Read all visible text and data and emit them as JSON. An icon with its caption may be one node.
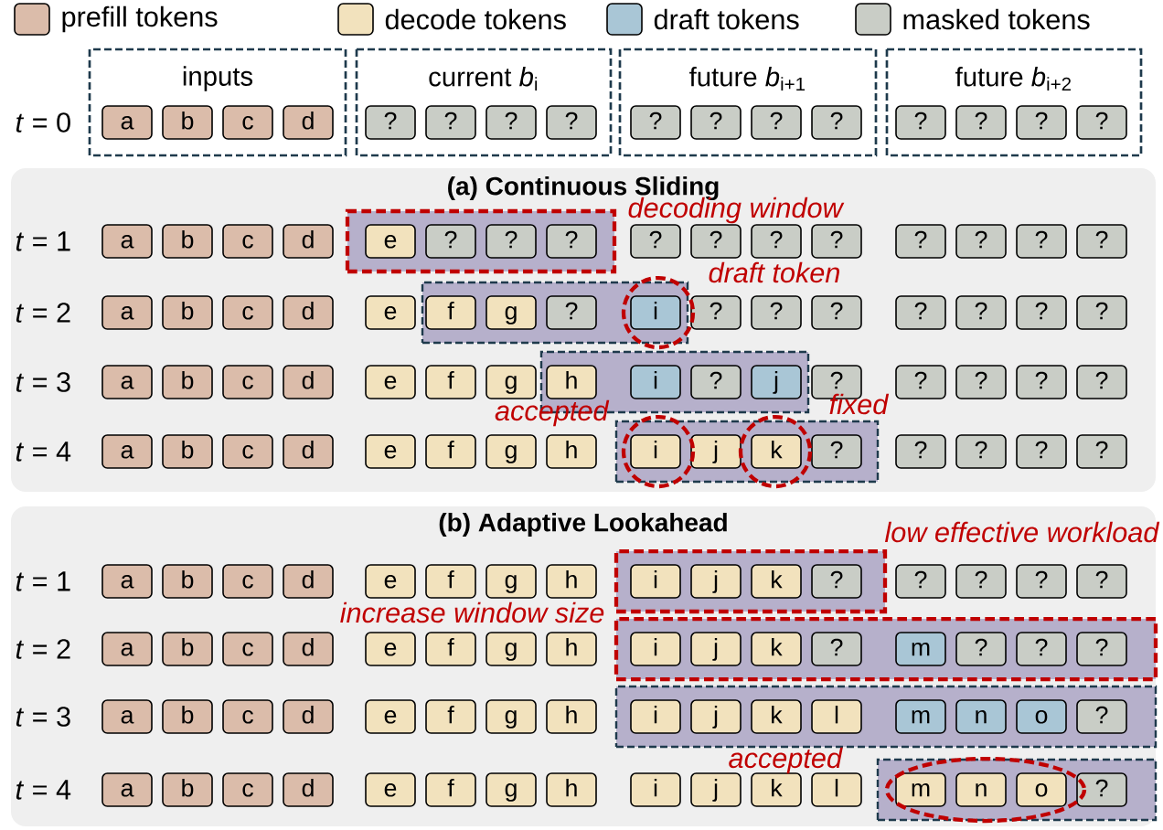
{
  "diagram": {
    "nodes": [
      {
        "text": [
          "inputs"
        ]
      },
      {
        "text": [
          "current *b*$_{i}$"
        ]
      },
      {
        "text": [
          "future *b*$_{i+1}$"
        ]
      },
      {
        "text": [
          "future *b*$_{i+2}$"
        ]
      },
      {
        "text": [
          "a"
        ],
        "in": 0
      },
      {
        "text": [
          "b"
        ],
        "in": 0
      },
      {
        "text": [
          "c"
        ],
        "in": 0
      },
      {
        "text": [
          "d"
        ],
        "in": 0
      },
      {
        "text": [
          "?"
        ],
        "in": 1
      },
      {
        "text": [
          "?"
        ],
        "in": 1
      },
      {
        "text": [
          "?"
        ],
        "in": 1
      },
      {
        "text": [
          "?"
        ],
        "in": 1
      },
      {
        "text": [
          "?"
        ],
        "in": 2
      },
      {
        "text": [
          "?"
        ],
        "in": 2
      },
      {
        "text": [
          "?"
        ],
        "in": 2
      },
      {
        "text": [
          "?"
        ],
        "in": 2
      },
      {
        "text": [
          "?"
        ],
        "in": 3
      },
      {
        "text": [
          "?"
        ],
        "in": 3
      },
      {
        "text": [
          "?"
        ],
        "in": 3
      },
      {
        "text": [
          "?"
        ],
        "in": 3
      },
      {
        "text": [
          "(a) Continuous Sliding"
        ]
      },
      {
        "text": [
          "a"
        ],
        "in": 20
      },
      {
        "text": [
          "b"
        ],
        "in": 20
      },
      {
        "text": [
          "c"
        ],
        "in": 20
      },
      {
        "text": [
          "d"
        ],
        "in": 20
      },
      {
        "text": [],
        "shape": "box",
        "in": 20
      },
      {
        "text": [
          "e"
        ],
        "in": 25
      },
      {
        "text": [
          "?"
        ],
        "in": 25
      },
      {
        "text": [
          "?"
        ],
        "in": 25
      },
      {
        "text": [
          "?"
        ],
        "in": 25
      },
      {
        "text": [
          "?"
        ],
        "in": 20
      },
      {
        "text": [
          "?"
        ],
        "in": 20
      },
      {
        "text": [
          "?"
        ],
        "in": 20
      },
      {
        "text": [
          "?"
        ],
        "in": 20
      },
      {
        "text": [
          "?"
        ],
        "in": 20
      },
      {
        "text": [
          "?"
        ],
        "in": 20
      },
      {
        "text": [
          "?"
        ],
        "in": 20
      },
      {
        "text": [
          "?"
        ],
        "in": 20
      },
      {
        "text": [
          "a"
        ],
        "in": 20
      },
      {
        "text": [
          "b"
        ],
        "in": 20
      },
      {
        "text": [
          "c"
        ],
        "in": 20
      },
      {
        "text": [
          "d"
        ],
        "in": 20
      },
      {
        "text": [
          "e"
        ],
        "in": 20
      },
      {
        "text": [],
        "shape": "box",
        "in": 20
      },
      {
        "text": [
          "f"
        ],
        "in": 43
      },
      {
        "text": [
          "g"
        ],
        "in": 43
      },
      {
        "text": [
          "?"
        ],
        "in": 43
      },
      {
        "text": [
          "i"
        ],
        "in": 43
      },
      {
        "text": [
          "?"
        ],
        "in": 20
      },
      {
        "text": [
          "?"
        ],
        "in": 20
      },
      {
        "text": [
          "?"
        ],
        "in": 20
      },
      {
        "text": [
          "?"
        ],
        "in": 20
      },
      {
        "text": [
          "?"
        ],
        "in": 20
      },
      {
        "text": [
          "?"
        ],
        "in": 20
      },
      {
        "text": [
          "?"
        ],
        "in": 20
      },
      {
        "text": [
          "a"
        ],
        "in": 20
      },
      {
        "text": [
          "b"
        ],
        "in": 20
      },
      {
        "text": [
          "c"
        ],
        "in": 20
      },
      {
        "text": [
          "d"
        ],
        "in": 20
      },
      {
        "text": [
          "e"
        ],
        "in": 20
      },
      {
        "text": [
          "f"
        ],
        "in": 20
      },
      {
        "text": [
          "g"
        ],
        "in": 20
      },
      {
        "text": [],
        "shape": "box",
        "in": 20
      },
      {
        "text": [
          "h"
        ],
        "in": 62
      },
      {
        "text": [
          "i"
        ],
        "in": 62
      },
      {
        "text": [
          "?"
        ],
        "in": 62
      },
      {
        "text": [
          "j"
        ],
        "in": 62
      },
      {
        "text": [
          "?"
        ],
        "in": 20
      },
      {
        "text": [
          "?"
        ],
        "in": 20
      },
      {
        "text": [
          "?"
        ],
        "in": 20
      },
      {
        "text": [
          "?"
        ],
        "in": 20
      },
      {
        "text": [
          "?"
        ],
        "in": 20
      },
      {
        "text": [
          "a"
        ],
        "in": 20
      },
      {
        "text": [
          "b"
        ],
        "in": 20
      },
      {
        "text": [
          "c"
        ],
        "in": 20
      },
      {
        "text": [
          "d"
        ],
        "in": 20
      },
      {
        "text": [
          "e"
        ],
        "in": 20
      },
      {
        "text": [
          "f"
        ],
        "in": 20
      },
      {
        "text": [
          "g"
        ],
        "in": 20
      },
      {
        "text": [
          "h"
        ],
        "in": 20
      },
      {
        "text": [],
        "shape": "box",
        "in": 20
      },
      {
        "text": [
          "i"
        ],
        "in": 80
      },
      {
        "text": [
          "j"
        ],
        "in": 80
      },
      {
        "text": [
          "k"
        ],
        "in": 80
      },
      {
        "text": [
          "?"
        ],
        "in": 80
      },
      {
        "text": [
          "?"
        ],
        "in": 20
      },
      {
        "text": [
          "?"
        ],
        "in": 20
      },
      {
        "text": [
          "?"
        ],
        "in": 20
      },
      {
        "text": [
          "?"
        ],
        "in": 20
      },
      {
        "text": [
          "(b) Adaptive Lookahead"
        ]
      },
      {
        "text": [
          "a"
        ],
        "in": 89
      },
      {
        "text": [
          "b"
        ],
        "in": 89
      },
      {
        "text": [
          "c"
        ],
        "in": 89
      },
      {
        "text": [
          "d"
        ],
        "in": 89
      },
      {
        "text": [
          "e"
        ],
        "in": 89
      },
      {
        "text": [
          "f"
        ],
        "in": 89
      },
      {
        "text": [
          "g"
        ],
        "in": 89
      },
      {
        "text": [
          "h"
        ],
        "in": 89
      },
      {
        "text": [],
        "shape": "box",
        "in": 89
      },
      {
        "text": [
          "i"
        ],
        "in": 98
      },
      {
        "text": [
          "j"
        ],
        "in": 98
      },
      {
        "text": [
          "k"
        ],
        "in": 98
      },
      {
        "text": [
          "?"
        ],
        "in": 98
      },
      {
        "text": [
          "?"
        ],
        "in": 89
      },
      {
        "text": [
          "?"
        ],
        "in": 89
      },
      {
        "text": [
          "?"
        ],
        "in": 89
      },
      {
        "text": [
          "?"
        ],
        "in": 89
      },
      {
        "text": [
          "a"
        ],
        "in": 89
      },
      {
        "text": [
          "b"
        ],
        "in": 89
      },
      {
        "text": [
          "c"
        ],
        "in": 89
      },
      {
        "text": [
          "d"
        ],
        "in": 89
      },
      {
        "text": [
          "e"
        ],
        "in": 89
      },
      {
        "text": [
          "f"
        ],
        "in": 89
      },
      {
        "text": [
          "g"
        ],
        "in": 89
      },
      {
        "text": [
          "h"
        ],
        "in": 89
      },
      {
        "text": [],
        "shape": "box",
        "in": 89
      },
      {
        "text": [
          "i"
        ],
        "in": 115
      },
      {
        "text": [
          "j"
        ],
        "in": 115
      },
      {
        "text": [
          "k"
        ],
        "in": 115
      },
      {
        "text": [
          "?"
        ],
        "in": 115
      },
      {
        "text": [
          "m"
        ],
        "in": 115
      },
      {
        "text": [
          "?"
        ],
        "in": 115
      },
      {
        "text": [
          "?"
        ],
        "in": 115
      },
      {
        "text": [
          "?"
        ],
        "in": 115
      },
      {
        "text": [
          "a"
        ],
        "in": 89
      },
      {
        "text": [
          "b"
        ],
        "in": 89
      },
      {
        "text": [
          "c"
        ],
        "in": 89
      },
      {
        "text": [
          "d"
        ],
        "in": 89
      },
      {
        "text": [
          "e"
        ],
        "in": 89
      },
      {
        "text": [
          "f"
        ],
        "in": 89
      },
      {
        "text": [
          "g"
        ],
        "in": 89
      },
      {
        "text": [
          "h"
        ],
        "in": 89
      },
      {
        "text": [],
        "shape": "box",
        "in": 89
      },
      {
        "text": [
          "i"
        ],
        "in": 132
      },
      {
        "text": [
          "j"
        ],
        "in": 132
      },
      {
        "text": [
          "k"
        ],
        "in": 132
      },
      {
        "text": [
          "l"
        ],
        "in": 132
      },
      {
        "text": [
          "m"
        ],
        "in": 132
      },
      {
        "text": [
          "n"
        ],
        "in": 132
      },
      {
        "text": [
          "o"
        ],
        "in": 132
      },
      {
        "text": [
          "?"
        ],
        "in": 132
      },
      {
        "text": [
          "a"
        ],
        "in": 89
      },
      {
        "text": [
          "b"
        ],
        "in": 89
      },
      {
        "text": [
          "c"
        ],
        "in": 89
      },
      {
        "text": [
          "d"
        ],
        "in": 89
      },
      {
        "text": [
          "e"
        ],
        "in": 89
      },
      {
        "text": [
          "f"
        ],
        "in": 89
      },
      {
        "text": [
          "g"
        ],
        "in": 89
      },
      {
        "text": [
          "h"
        ],
        "in": 89
      },
      {
        "text": [
          "i"
        ],
        "in": 89
      },
      {
        "text": [
          "j"
        ],
        "in": 89
      },
      {
        "text": [
          "k"
        ],
        "in": 89
      },
      {
        "text": [
          "l"
        ],
        "in": 89
      },
      {
        "text": [],
        "shape": "box",
        "in": 89
      },
      {
        "text": [
          "m"
        ],
        "in": 153
      },
      {
        "text": [
          "n"
        ],
        "in": 153
      },
      {
        "text": [
          "o"
        ],
        "in": 153
      },
      {
        "text": [
          "?"
        ],
        "in": 153
      }
    ],
    "labels": [
      "*t* = 0",
      "decoding window",
      "*t* = 1",
      "draft token",
      "*t* = 2",
      "*t* = 3",
      "accepted",
      "fixed",
      "*t* = 4",
      "low effective workload",
      "*t* = 1",
      "increase window size",
      "*t* = 2",
      "*t* = 3",
      "accepted",
      "*t* = 4"
    ],
    "legend": [
      {
        "text": "prefill tokens",
        "color": "#dbbcaa"
      },
      {
        "text": "decode tokens",
        "color": "#f2e2bd"
      },
      {
        "text": "draft tokens",
        "color": "#a9c6d6"
      },
      {
        "text": "masked tokens",
        "color": "#c9cdc6"
      }
    ]
  }
}
